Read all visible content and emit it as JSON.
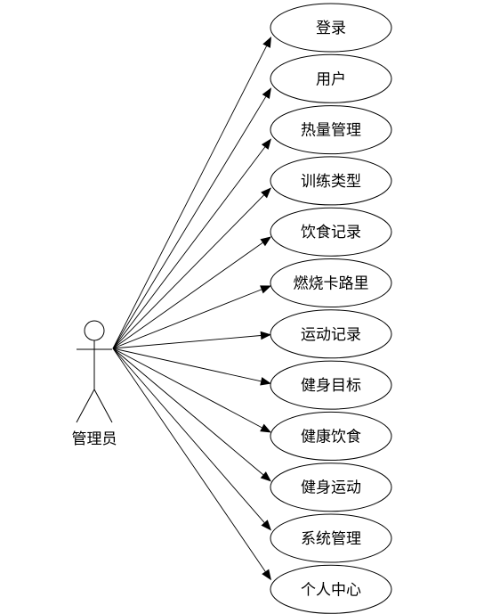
{
  "actor": {
    "label": "管理员"
  },
  "use_cases": [
    {
      "label": "登录"
    },
    {
      "label": "用户"
    },
    {
      "label": "热量管理"
    },
    {
      "label": "训练类型"
    },
    {
      "label": "饮食记录"
    },
    {
      "label": "燃烧卡路里"
    },
    {
      "label": "运动记录"
    },
    {
      "label": "健身目标"
    },
    {
      "label": "健康饮食"
    },
    {
      "label": "健身运动"
    },
    {
      "label": "系统管理"
    },
    {
      "label": "个人中心"
    }
  ]
}
